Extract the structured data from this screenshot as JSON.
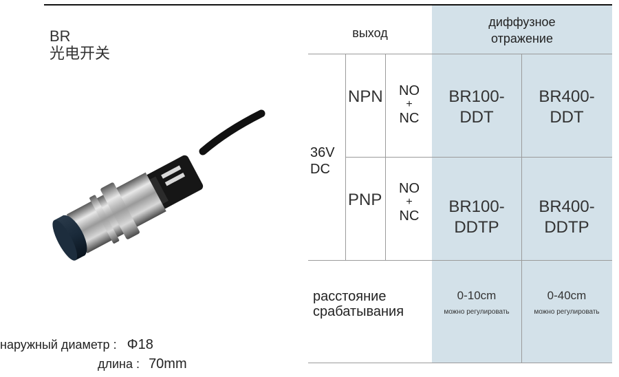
{
  "header": {
    "brand": "BR",
    "title_zh": "光电开关"
  },
  "specs": {
    "diameter_label": "наружный диаметр",
    "diameter_value": "Φ18",
    "length_label": "длина",
    "length_value": "70mm",
    "separator": ":"
  },
  "table": {
    "output_label": "выход",
    "mode_header": "диффузное отражение",
    "voltage": "36V DC",
    "voltage_line1": "36V",
    "voltage_line2": "DC",
    "rows": [
      {
        "type": "NPN",
        "contact_1": "NO",
        "contact_plus": "+",
        "contact_2": "NC",
        "model_1a": "BR100-",
        "model_1b": "DDT",
        "model_2a": "BR400-",
        "model_2b": "DDT"
      },
      {
        "type": "PNP",
        "contact_1": "NO",
        "contact_plus": "+",
        "contact_2": "NC",
        "model_1a": "BR100-",
        "model_1b": "DDTP",
        "model_2a": "BR400-",
        "model_2b": "DDTP"
      }
    ],
    "distance_label_1": "расстояние",
    "distance_label_2": "срабатывания",
    "distance_1": "0-10cm",
    "distance_2": "0-40cm",
    "adjustable": "можно регулировать"
  },
  "colors": {
    "highlight": "#d3e1e9",
    "grid": "#9a9a9a"
  }
}
